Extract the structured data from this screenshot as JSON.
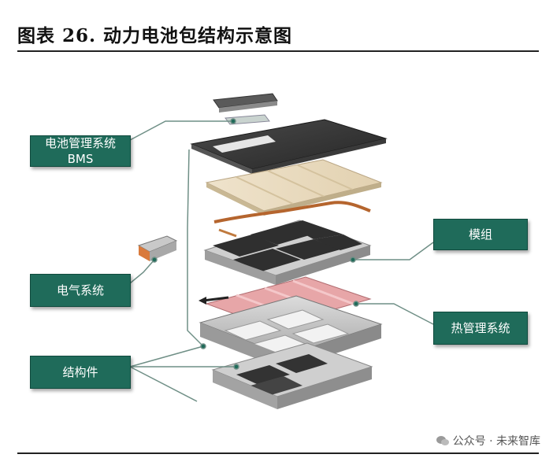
{
  "figure": {
    "title": "图表 26. 动力电池包结构示意图"
  },
  "callouts": {
    "bms": {
      "line1": "电池管理系统",
      "line2": "BMS"
    },
    "electrical": "电气系统",
    "structural": "结构件",
    "module": "模组",
    "thermal": "热管理系统"
  },
  "watermark": {
    "text": "公众号 · 未来智库"
  },
  "colors": {
    "callout_fill": "#1f6b5a",
    "callout_border": "#0f4a3d",
    "leader_line": "#6f8f86"
  }
}
